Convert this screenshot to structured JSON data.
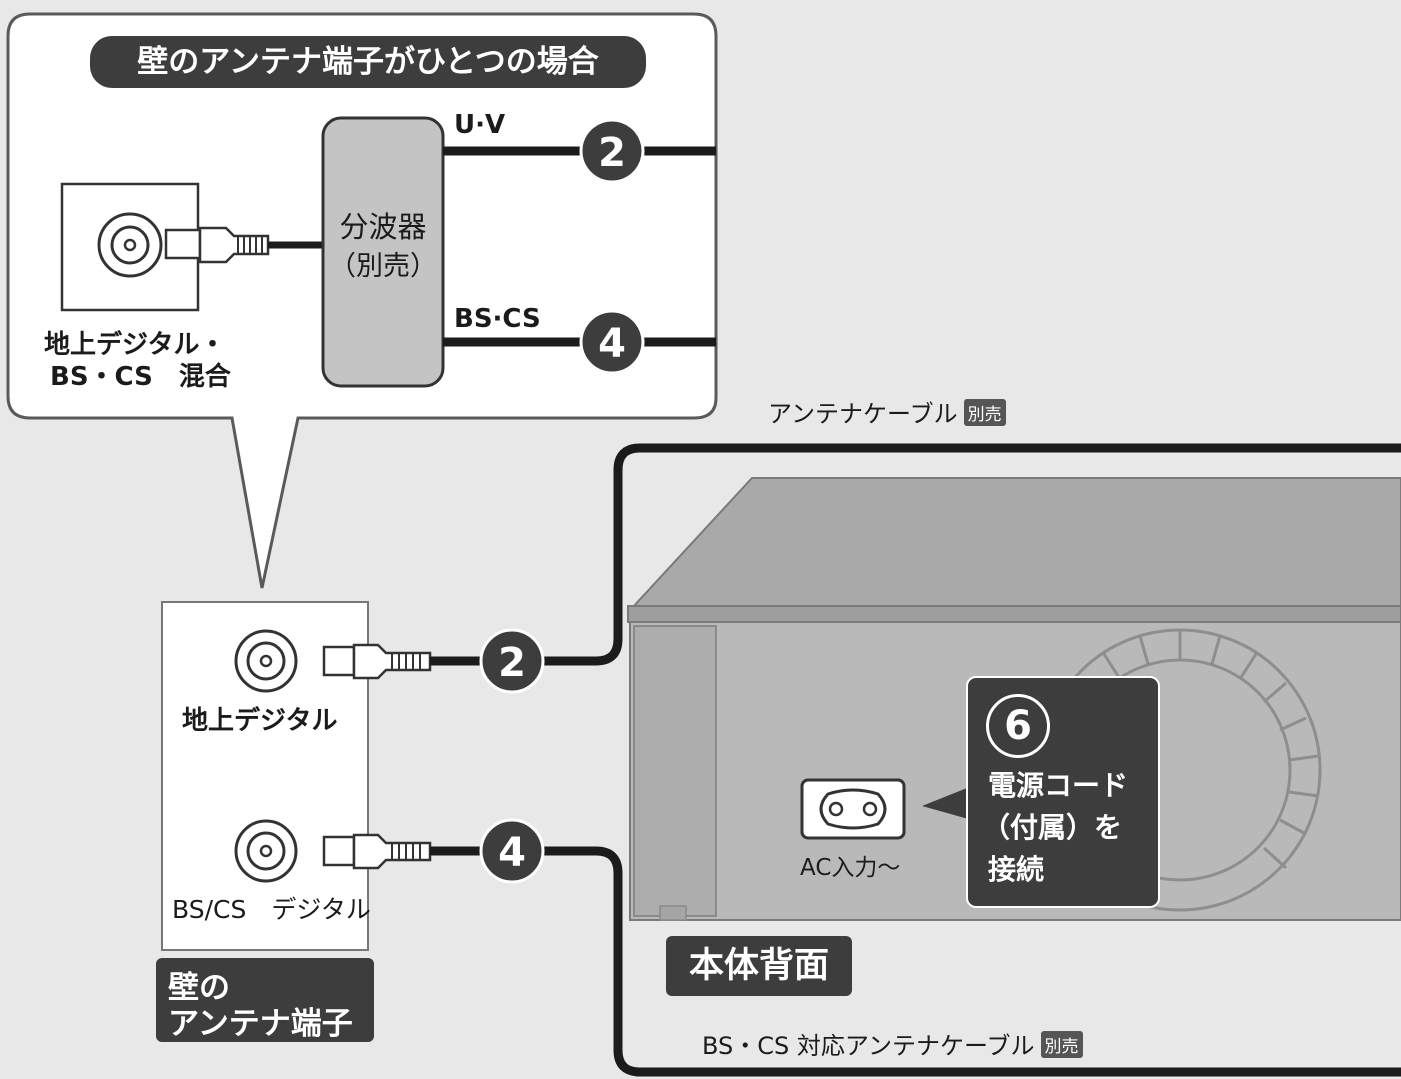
{
  "callout": {
    "title": "壁のアンテナ端子がひとつの場合",
    "mixed_label_line1": "地上デジタル・",
    "mixed_label_line2": "BS・CS　混合",
    "splitter_line1": "分波器",
    "splitter_line2": "（別売）",
    "uv_label": "U·V",
    "bscs_label": "BS·CS",
    "step_uv": "2",
    "step_bscs": "4"
  },
  "wall": {
    "terrestrial_label": "地上デジタル",
    "bscs_label": "BS/CS　デジタル",
    "title_line1": "壁の",
    "title_line2": "アンテナ端子",
    "step_terrestrial": "2",
    "step_bscs": "4"
  },
  "cables": {
    "antenna_cable": "アンテナケーブル",
    "antenna_cable_tag": "別売",
    "bscs_cable": "BS・CS 対応アンテナケーブル",
    "bscs_cable_tag": "別売"
  },
  "unit": {
    "ac_input_label": "AC入力～",
    "power_step": "6",
    "power_line1": "電源コード",
    "power_line2": "（付属）を",
    "power_line3": "接続",
    "rear_label": "本体背面"
  },
  "colors": {
    "background": "#e8e8e8",
    "dark": "#3d3d3d",
    "panel": "#ffffff",
    "device": "#b9b9b9"
  }
}
